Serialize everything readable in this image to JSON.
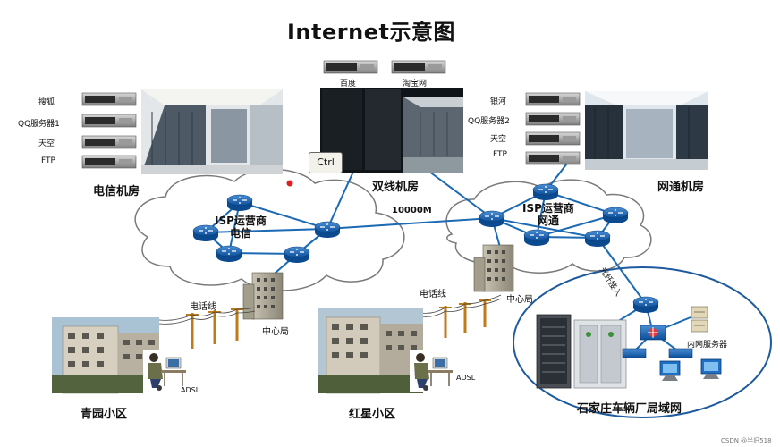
{
  "title": "Internet示意图",
  "telecom_room": {
    "label": "电信机房",
    "servers": [
      "搜狐",
      "QQ服务器1",
      "天空",
      "FTP"
    ]
  },
  "dual_line_room": {
    "label": "双线机房",
    "servers": [
      "百度",
      "淘宝网"
    ]
  },
  "netcom_room": {
    "label": "网通机房",
    "servers": [
      "银河",
      "QQ服务器2",
      "天空",
      "FTP"
    ]
  },
  "isp_telecom": {
    "line1": "ISP运营商",
    "line2": "电信"
  },
  "isp_netcom": {
    "line1": "ISP运营商",
    "line2": "网通"
  },
  "link_speed": "10000M",
  "phone_line": "电话线",
  "central_office": "中心局",
  "adsl": "ADSL",
  "fiber_access": "光纤接入",
  "intranet_server": "内网服务器",
  "communities": [
    "青园小区",
    "红星小区"
  ],
  "lan_label": "石家庄车辆厂局域网",
  "ctrl_label": "Ctrl",
  "watermark": "CSDN @半旧518"
}
